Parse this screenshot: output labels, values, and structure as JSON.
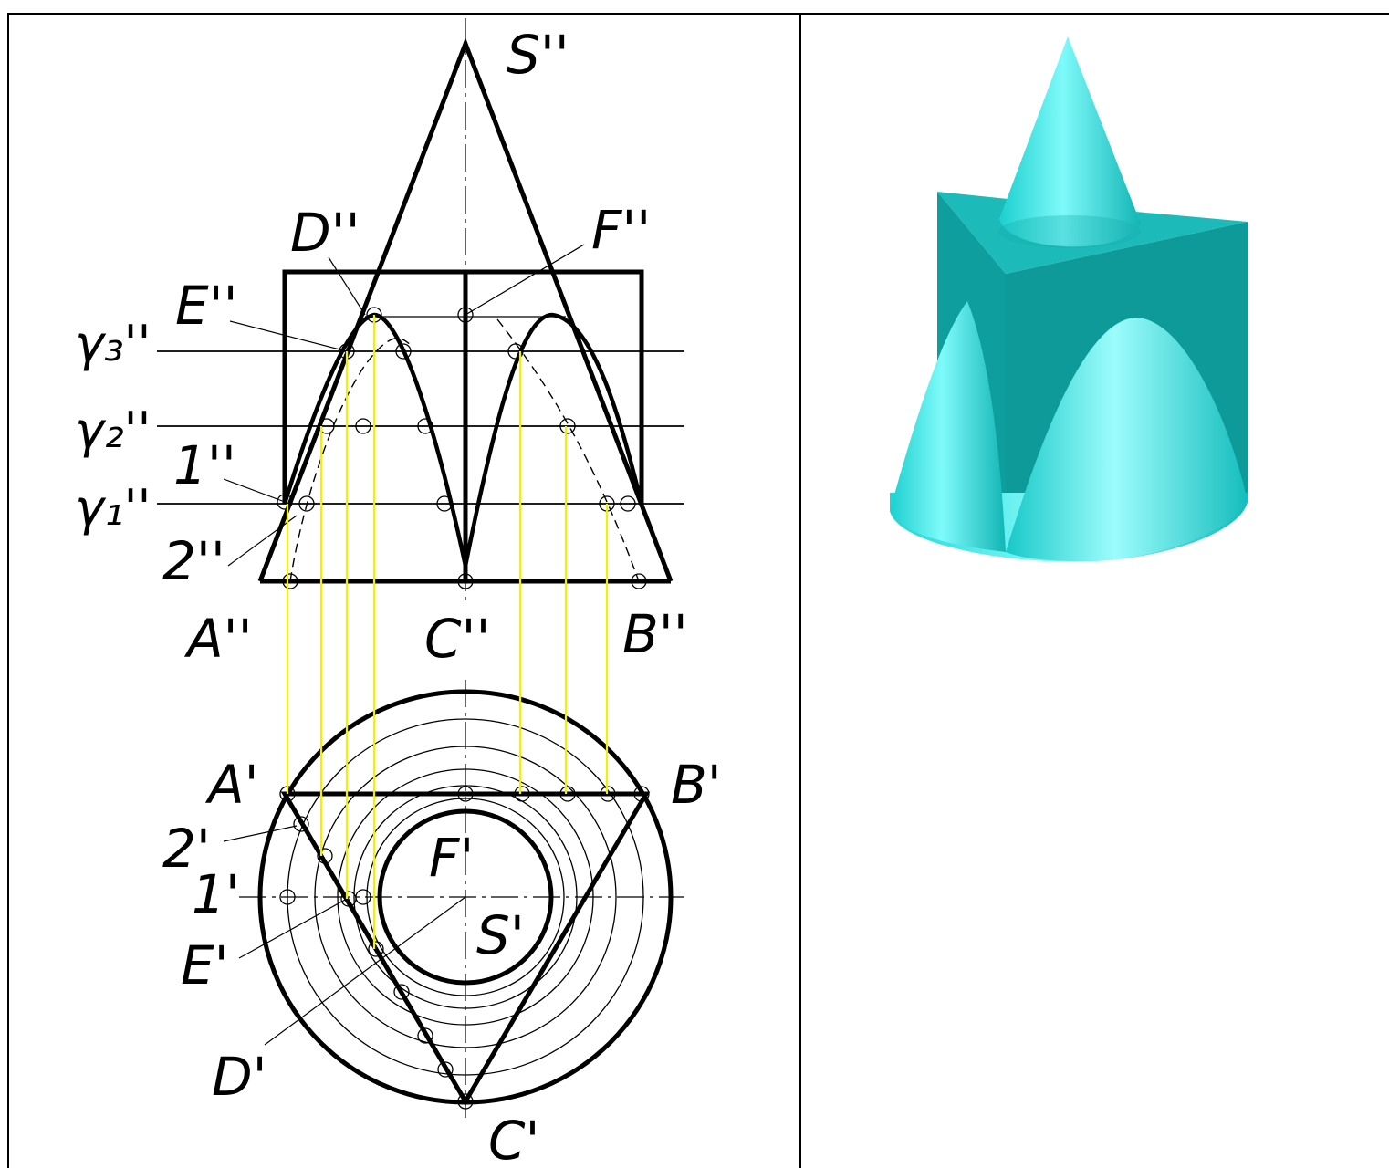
{
  "labels": {
    "S2": "S''",
    "D2": "D''",
    "F2": "F''",
    "E2": "E''",
    "g3": "γ₃''",
    "g2": "γ₂''",
    "g1": "γ₁''",
    "one2": "1''",
    "two2": "2''",
    "A2": "A''",
    "C2": "C''",
    "B2": "B''",
    "A1": "A'",
    "B1": "B'",
    "two1": "2'",
    "one1": "1'",
    "F1": "F'",
    "S1": "S'",
    "E1": "E'",
    "D1": "D'",
    "C1": "C'"
  },
  "colors": {
    "line": "#000000",
    "projection": "#f2f200",
    "solid_light": "#5ff2f2",
    "solid_mid": "#1ccfcf",
    "solid_dark": "#0a9a9a",
    "solid_top": "#1fb8b8"
  }
}
